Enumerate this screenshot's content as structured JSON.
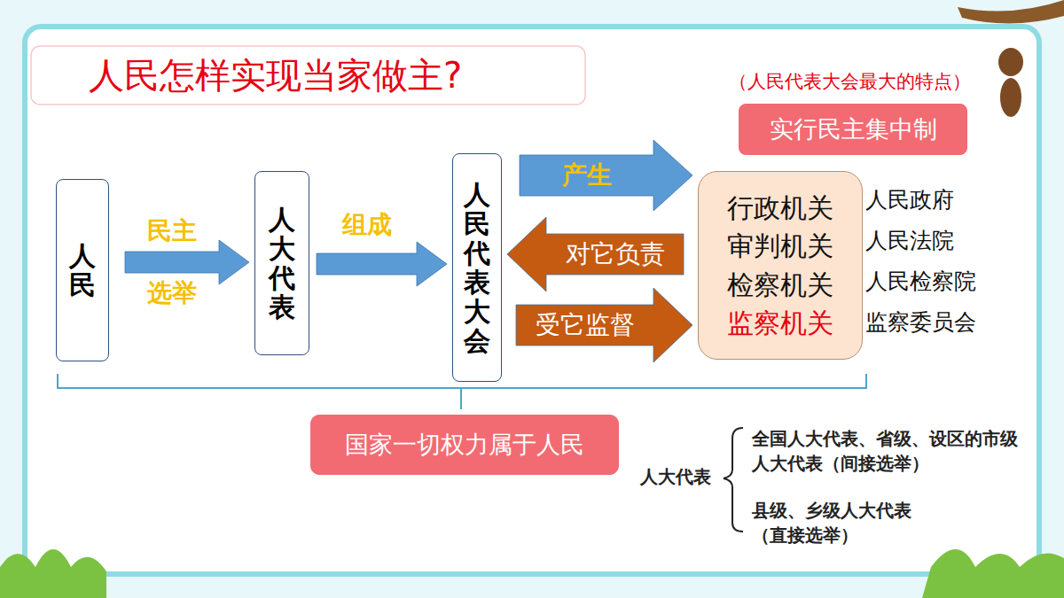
{
  "diagram": {
    "title": "人民怎样实现当家做主?",
    "nodes": [
      {
        "text": [
          "人民"
        ]
      },
      {
        "text": [
          "人大代表"
        ]
      },
      {
        "text": [
          "人民代表大会"
        ]
      },
      {
        "text": [
          "行政机关",
          "审判机关",
          "检察机关",
          "监察机关"
        ]
      },
      {
        "text": [
          "国家一切权力属于人民"
        ]
      },
      {
        "text": [
          "实行民主集中制"
        ]
      }
    ],
    "edges": [
      {
        "from": 0,
        "to": 1,
        "label": "民主 选举",
        "arrow": "to"
      },
      {
        "from": 1,
        "to": 2,
        "label": "组成",
        "arrow": "to"
      },
      {
        "from": 2,
        "to": 3,
        "label": "产生",
        "arrow": "to"
      },
      {
        "from": 3,
        "to": 2,
        "label": "对它负责",
        "arrow": "to"
      },
      {
        "from": 2,
        "to": 3,
        "label": "受它监督",
        "arrow": "to"
      }
    ],
    "labels": [
      "（人民代表大会最大的特点）",
      "人民政府",
      "人民法院",
      "人民检察院",
      "监察委员会",
      "人大代表",
      "全国人大代表、省级、设区的市级人大代表（间接选举）",
      "县级、乡级人大代表（直接选举）"
    ]
  }
}
